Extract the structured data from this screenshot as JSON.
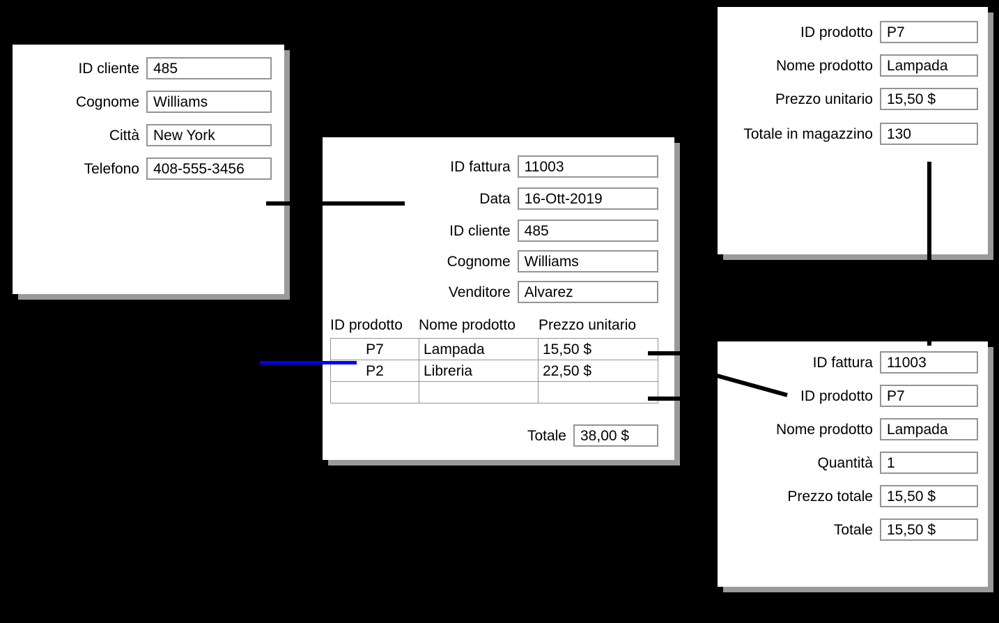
{
  "background_color": "#000000",
  "card_color": "#ffffff",
  "shadow_color": "#9a9a9a",
  "field_border_color": "#949494",
  "link_color_default": "#000000",
  "link_color_highlight": "#0000ff",
  "cards": {
    "customer": {
      "name": "customer-card",
      "fields": [
        {
          "label": "ID cliente",
          "value": "485"
        },
        {
          "label": "Cognome",
          "value": "Williams"
        },
        {
          "label": "Città",
          "value": "New York"
        },
        {
          "label": "Telefono",
          "value": "408-555-3456"
        }
      ]
    },
    "invoice": {
      "name": "invoice-card",
      "fields": [
        {
          "label": "ID fattura",
          "value": "11003"
        },
        {
          "label": "Data",
          "value": "16-Ott-2019"
        },
        {
          "label": "ID cliente",
          "value": "485"
        },
        {
          "label": "Cognome",
          "value": "Williams"
        },
        {
          "label": "Venditore",
          "value": "Alvarez"
        }
      ],
      "table": {
        "headers": [
          "ID prodotto",
          "Nome prodotto",
          "Prezzo unitario"
        ],
        "rows": [
          [
            "P7",
            "Lampada",
            "15,50 $"
          ],
          [
            "P2",
            "Libreria",
            "22,50 $"
          ],
          [
            "",
            "",
            ""
          ]
        ]
      },
      "total": {
        "label": "Totale",
        "value": "38,00 $"
      }
    },
    "product": {
      "name": "product-card",
      "fields": [
        {
          "label": "ID prodotto",
          "value": "P7"
        },
        {
          "label": "Nome prodotto",
          "value": "Lampada"
        },
        {
          "label": "Prezzo unitario",
          "value": "15,50 $"
        },
        {
          "label": "Totale in magazzino",
          "value": "130"
        }
      ]
    },
    "line_item": {
      "name": "line-item-card",
      "fields": [
        {
          "label": "ID fattura",
          "value": "11003"
        },
        {
          "label": "ID prodotto",
          "value": "P7"
        },
        {
          "label": "Nome prodotto",
          "value": "Lampada"
        },
        {
          "label": "Quantità",
          "value": "1"
        },
        {
          "label": "Prezzo totale",
          "value": "15,50 $"
        },
        {
          "label": "Totale",
          "value": "15,50 $"
        }
      ]
    }
  },
  "connectors": [
    {
      "name": "customer-to-invoice-left-stub",
      "color": "#000000"
    },
    {
      "name": "customer-to-invoice-right-stub",
      "color": "#000000"
    },
    {
      "name": "invoice-row-p7-highlight",
      "color": "#0000ff"
    },
    {
      "name": "invoice-row-p7-to-lineitem-stub",
      "color": "#000000"
    },
    {
      "name": "invoice-table-bottom-stub",
      "color": "#000000"
    },
    {
      "name": "product-to-lineitem-vertical",
      "color": "#000000"
    },
    {
      "name": "invoice-to-lineitem-diagonal",
      "color": "#000000"
    }
  ]
}
